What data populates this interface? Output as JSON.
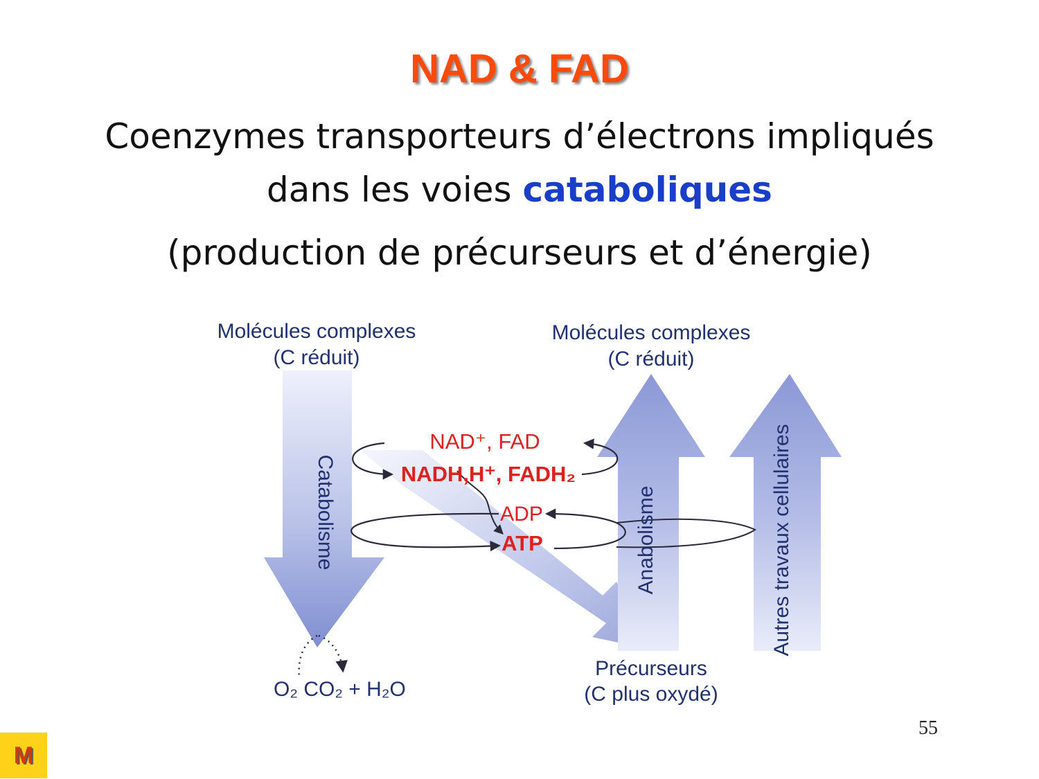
{
  "title": "NAD & FAD",
  "subtitle": {
    "line1": "Coenzymes transporteurs d’électrons impliqués",
    "line2_prefix": "dans les voies ",
    "line2_highlight": "cataboliques",
    "line3": "(production de précurseurs et d’énergie)"
  },
  "diagram": {
    "left_top_label": [
      "Molécules complexes",
      "(C réduit)"
    ],
    "right_top_label": [
      "Molécules complexes",
      "(C réduit)"
    ],
    "catabolism_label": "Catabolisme",
    "anabolism_label": "Anabolisme",
    "cell_work_label": "Autres travaux cellulaires",
    "oxidized_coenzymes": "NAD⁺, FAD",
    "reduced_coenzymes": "NADH,H⁺, FADH₂",
    "adp": "ADP",
    "atp": "ATP",
    "products": "O₂  CO₂ + H₂O",
    "precursors_label": [
      "Précurseurs",
      "(C plus oxydé)"
    ]
  },
  "page_number": "55",
  "logo_letter": "M",
  "colors": {
    "title": "#ff4a0a",
    "highlight": "#1b3ec8",
    "diagram_text": "#213170",
    "coenzyme_red": "#e02020",
    "arrow_blue": "#9aa8dc"
  }
}
